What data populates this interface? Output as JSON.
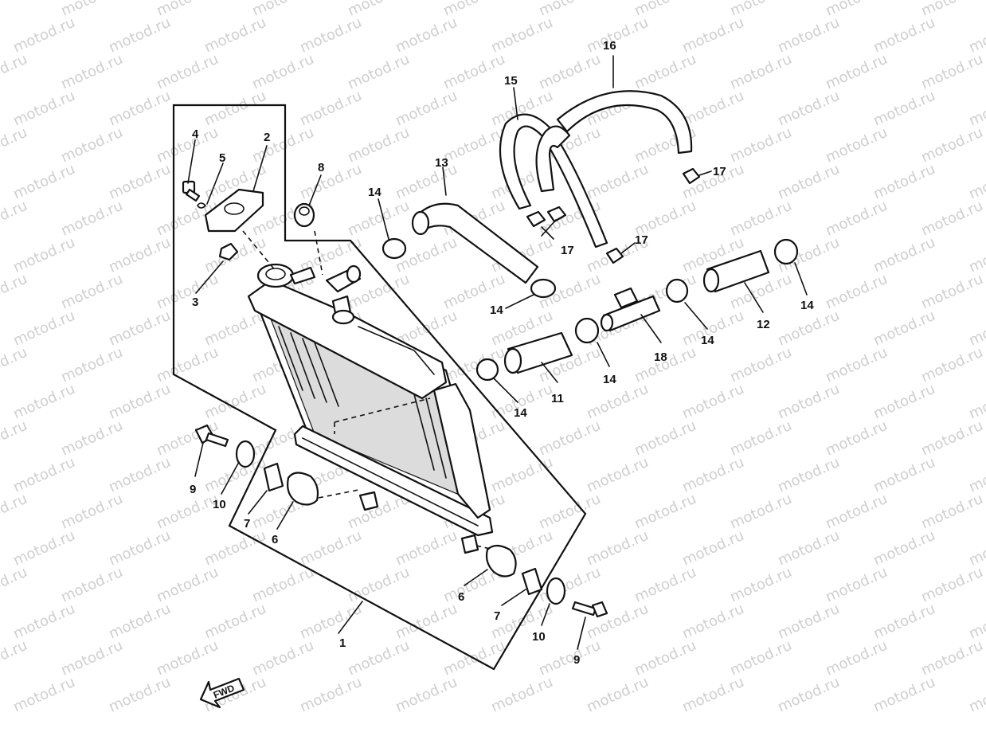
{
  "watermark": "motod.ru",
  "fwd_label": "FWD",
  "colors": {
    "line": "#111111",
    "background": "#ffffff",
    "watermark": "#cfcfcf"
  },
  "callouts": [
    {
      "id": "c1",
      "text": "1"
    },
    {
      "id": "c2",
      "text": "2"
    },
    {
      "id": "c3",
      "text": "3"
    },
    {
      "id": "c4",
      "text": "4"
    },
    {
      "id": "c5",
      "text": "5"
    },
    {
      "id": "c6a",
      "text": "6"
    },
    {
      "id": "c6b",
      "text": "6"
    },
    {
      "id": "c7a",
      "text": "7"
    },
    {
      "id": "c7b",
      "text": "7"
    },
    {
      "id": "c8",
      "text": "8"
    },
    {
      "id": "c9a",
      "text": "9"
    },
    {
      "id": "c9b",
      "text": "9"
    },
    {
      "id": "c10a",
      "text": "10"
    },
    {
      "id": "c10b",
      "text": "10"
    },
    {
      "id": "c11",
      "text": "11"
    },
    {
      "id": "c12",
      "text": "12"
    },
    {
      "id": "c13",
      "text": "13"
    },
    {
      "id": "c14a",
      "text": "14"
    },
    {
      "id": "c14b",
      "text": "14"
    },
    {
      "id": "c14c",
      "text": "14"
    },
    {
      "id": "c14d",
      "text": "14"
    },
    {
      "id": "c14e",
      "text": "14"
    },
    {
      "id": "c14f",
      "text": "14"
    },
    {
      "id": "c15",
      "text": "15"
    },
    {
      "id": "c16",
      "text": "16"
    },
    {
      "id": "c17a",
      "text": "17"
    },
    {
      "id": "c17b",
      "text": "17"
    },
    {
      "id": "c17c",
      "text": "17"
    },
    {
      "id": "c18",
      "text": "18"
    }
  ]
}
